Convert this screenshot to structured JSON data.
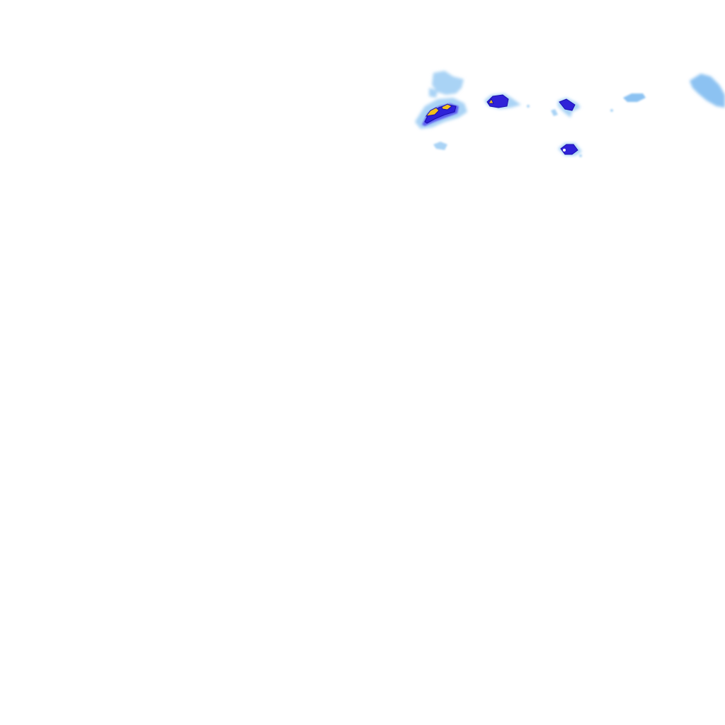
{
  "map": {
    "layer": "precipitation-radar-overlay",
    "legend_colors": {
      "light": "#a9d3f5",
      "light_mid": "#8cc2f2",
      "moderate": "#5a5cf0",
      "heavy": "#2f22d8",
      "intense_outline": "#1a0fb0",
      "core": "#f3c21a"
    },
    "cells": [
      {
        "id": "cell-west-cluster",
        "intensity": "intense"
      },
      {
        "id": "cell-north-haze",
        "intensity": "light"
      },
      {
        "id": "cell-center-west",
        "intensity": "intense"
      },
      {
        "id": "cell-center",
        "intensity": "heavy"
      },
      {
        "id": "cell-south-center",
        "intensity": "heavy"
      },
      {
        "id": "cell-east-small",
        "intensity": "light"
      },
      {
        "id": "cell-far-east",
        "intensity": "light"
      },
      {
        "id": "cell-south-west-speck",
        "intensity": "light"
      }
    ]
  }
}
